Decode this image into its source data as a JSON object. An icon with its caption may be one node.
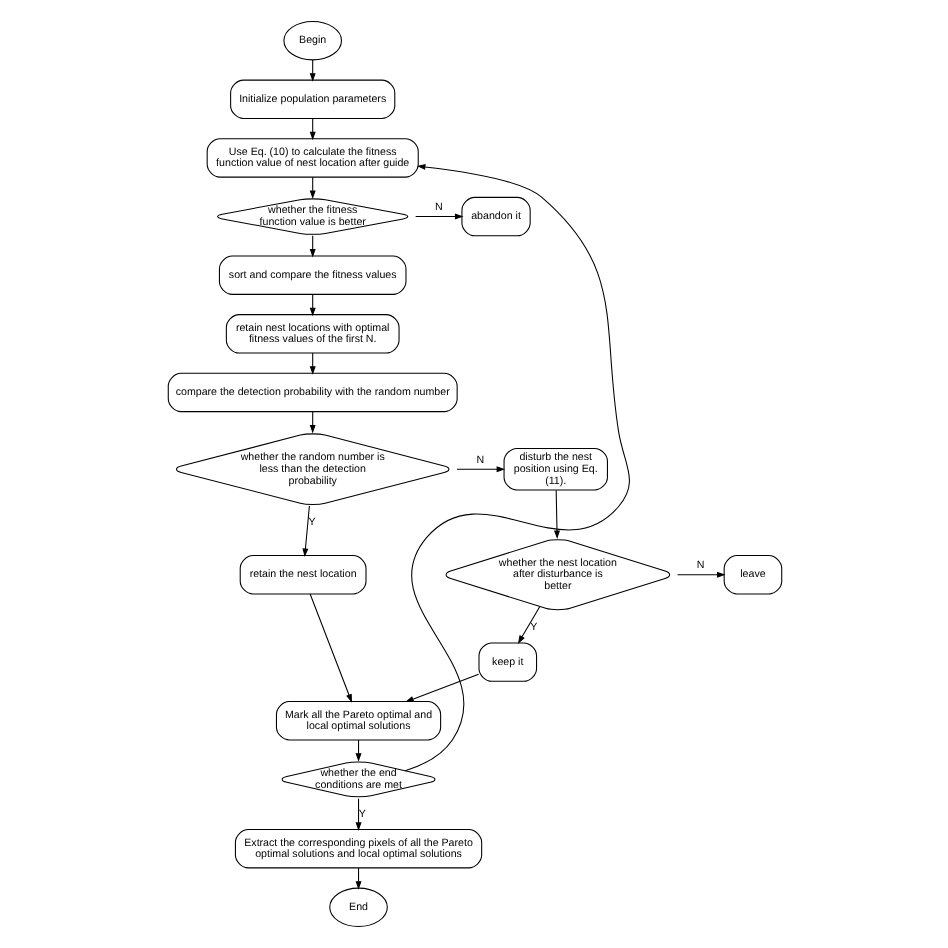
{
  "diagram": {
    "nodes": [
      {
        "text": [
          "Begin"
        ]
      },
      {
        "text": [
          "Initialize population parameters"
        ]
      },
      {
        "text": [
          "Use Eq. (10) to calculate the fitness function value of nest location after guide"
        ]
      },
      {
        "text": [
          "whether the fitness function value is better"
        ]
      },
      {
        "text": [
          "abandon it"
        ]
      },
      {
        "text": [
          "sort and compare the fitness values"
        ]
      },
      {
        "text": [
          "retain nest locations with optimal fitness values of the first N."
        ]
      },
      {
        "text": [
          "compare the detection probability with the random number"
        ]
      },
      {
        "text": [
          "whether the random number is less than the detection probability"
        ]
      },
      {
        "text": [
          "disturb the nest position using Eq. (11)."
        ]
      },
      {
        "text": [
          "retain the nest location"
        ]
      },
      {
        "text": [
          "whether the nest location after disturbance is better"
        ]
      },
      {
        "text": [
          "leave"
        ]
      },
      {
        "text": [
          "keep it"
        ]
      },
      {
        "text": [
          "Mark all the Pareto optimal and local optimal solutions"
        ]
      },
      {
        "text": [
          "whether the end conditions are met"
        ]
      },
      {
        "text": [
          "Extract the corresponding pixels of all the Pareto optimal solutions and local optimal solutions"
        ]
      },
      {
        "text": [
          "End"
        ]
      }
    ],
    "edges": [
      {
        "from": 0,
        "to": 1,
        "arrow": "to"
      },
      {
        "from": 1,
        "to": 2,
        "arrow": "to"
      },
      {
        "from": 2,
        "to": 3,
        "arrow": "to"
      },
      {
        "from": 3,
        "to": 4,
        "arrow": "to",
        "label": "N"
      },
      {
        "from": 3,
        "to": 5,
        "arrow": "to"
      },
      {
        "from": 5,
        "to": 6,
        "arrow": "to"
      },
      {
        "from": 6,
        "to": 7,
        "arrow": "to"
      },
      {
        "from": 7,
        "to": 8,
        "arrow": "to"
      },
      {
        "from": 8,
        "to": 9,
        "arrow": "to",
        "label": "N"
      },
      {
        "from": 8,
        "to": 10,
        "arrow": "to",
        "label": "Y"
      },
      {
        "from": 9,
        "to": 11,
        "arrow": "to"
      },
      {
        "from": 11,
        "to": 12,
        "arrow": "to",
        "label": "N"
      },
      {
        "from": 11,
        "to": 13,
        "arrow": "to",
        "label": "Y"
      },
      {
        "from": 13,
        "to": 14,
        "arrow": "to"
      },
      {
        "from": 10,
        "to": 14,
        "arrow": "to"
      },
      {
        "from": 14,
        "to": 15,
        "arrow": "to"
      },
      {
        "from": 15,
        "to": 16,
        "arrow": "to",
        "label": "Y"
      },
      {
        "from": 15,
        "to": 2,
        "arrow": "to"
      },
      {
        "from": 16,
        "to": 17,
        "arrow": "to"
      }
    ]
  }
}
